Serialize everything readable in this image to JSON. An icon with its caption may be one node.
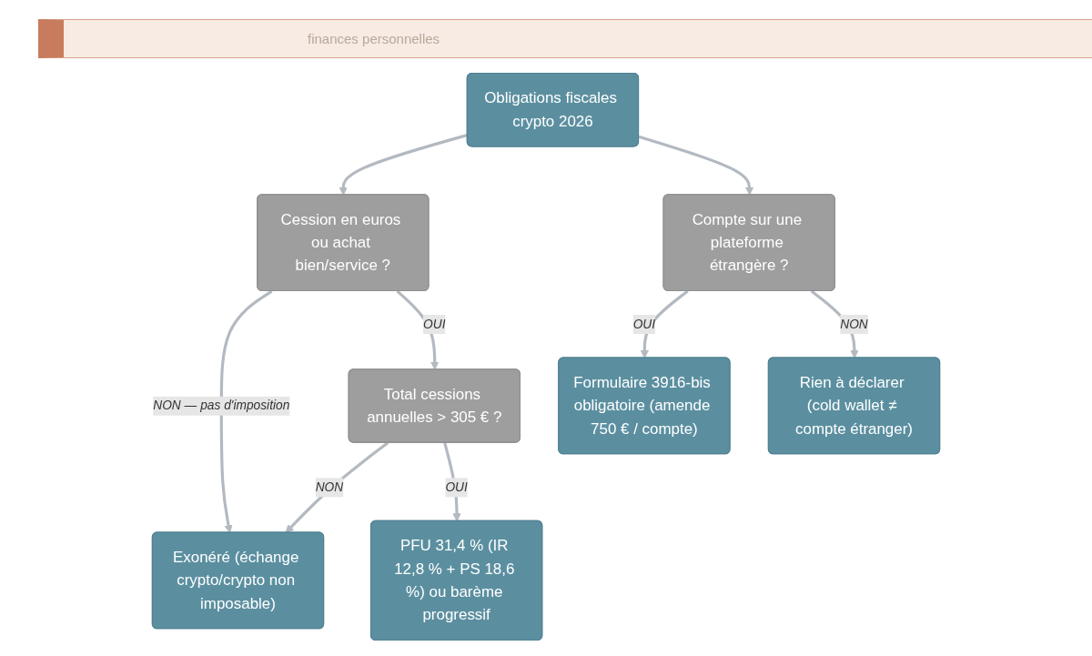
{
  "diagram": {
    "nodes": [
      {
        "text": [
          "Obligations fiscales crypto 2026"
        ]
      },
      {
        "text": [
          "Cession en euros ou achat bien/service ?"
        ]
      },
      {
        "text": [
          "Compte sur une plateforme étrangère ?"
        ]
      },
      {
        "text": [
          "Total cessions annuelles > 305 € ?"
        ]
      },
      {
        "text": [
          "Formulaire 3916-bis obligatoire (amende 750 € / compte)"
        ]
      },
      {
        "text": [
          "Rien à déclarer (cold wallet ≠ compte étranger)"
        ]
      },
      {
        "text": [
          "Exonéré (échange crypto/crypto non imposable)"
        ]
      },
      {
        "text": [
          "PFU 31,4 % (IR 12,8 % + PS 18,6 %) ou barème progressif"
        ]
      }
    ],
    "edges": [
      {
        "from": 0,
        "to": 1,
        "arrow": "to"
      },
      {
        "from": 0,
        "to": 2,
        "arrow": "to"
      },
      {
        "from": 1,
        "to": 6,
        "arrow": "to",
        "label": "NON — pas d'imposition"
      },
      {
        "from": 1,
        "to": 3,
        "arrow": "to",
        "label": "OUI"
      },
      {
        "from": 3,
        "to": 6,
        "arrow": "to",
        "label": "NON"
      },
      {
        "from": 3,
        "to": 7,
        "arrow": "to",
        "label": "OUI"
      },
      {
        "from": 2,
        "to": 4,
        "arrow": "to",
        "label": "OUI"
      },
      {
        "from": 2,
        "to": 5,
        "arrow": "to",
        "label": "NON"
      }
    ],
    "labels": [
      "finances personnelles"
    ]
  }
}
